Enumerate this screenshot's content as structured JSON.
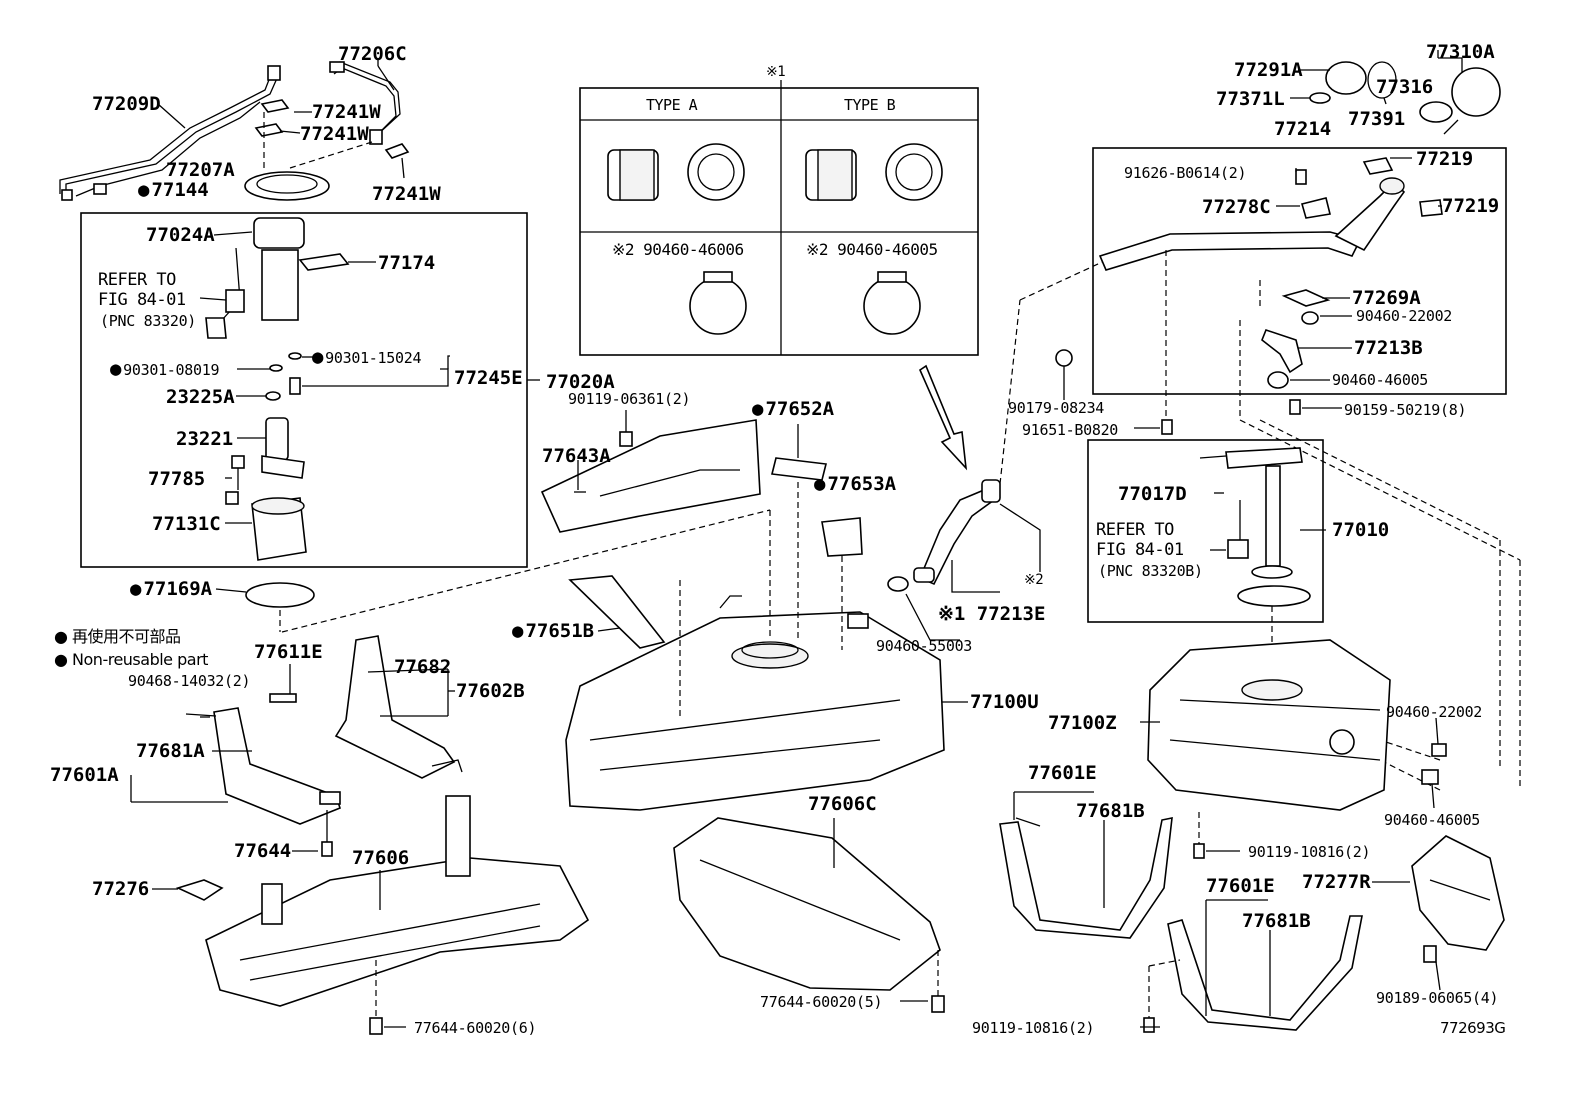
{
  "diagram_id": "772693G",
  "type_header": {
    "marker": "※1",
    "type_a": "TYPE  A",
    "type_b": "TYPE  B",
    "part_a": "※2 90460-46006",
    "part_b": "※2 90460-46005"
  },
  "legend": {
    "jp": "再使用不可部品",
    "en": "Non-reusable part"
  },
  "refer_1": {
    "line1": "REFER TO",
    "line2": "FIG 84-01",
    "line3": "(PNC 83320)"
  },
  "refer_2": {
    "line1": "REFER TO",
    "line2": "FIG 84-01",
    "line3": "(PNC 83320B)"
  },
  "labels": {
    "l77209D": "77209D",
    "l77206C": "77206C",
    "l77241W_1": "77241W",
    "l77241W_2": "77241W",
    "l77241W_3": "77241W",
    "l77207A": "77207A",
    "l77144": "77144",
    "l77024A": "77024A",
    "l77174": "77174",
    "l90301_08019": "90301-08019",
    "l90301_15024": "90301-15024",
    "l77245E": "77245E",
    "l77020A": "77020A",
    "l23225A": "23225A",
    "l23221": "23221",
    "l77785": "77785",
    "l77131C": "77131C",
    "l77169A": "77169A",
    "l77611E": "77611E",
    "l90468": "90468-14032(2)",
    "l77682": "77682",
    "l77602B": "77602B",
    "l77681A": "77681A",
    "l77601A": "77601A",
    "l77644": "77644",
    "l77606": "77606",
    "l77276": "77276",
    "l77644_6": "77644-60020(6)",
    "l90119_06361": "90119-06361(2)",
    "l77652A": "77652A",
    "l77643A": "77643A",
    "l77653A": "77653A",
    "l77651B": "77651B",
    "l77100U": "77100U",
    "l77606C": "77606C",
    "l77644_5": "77644-60020(5)",
    "l90460_55003": "90460-55003",
    "l77213E": "※1 77213E",
    "l_x2": "※2",
    "l77291A": "77291A",
    "l77310A": "77310A",
    "l77371L": "77371L",
    "l77316": "77316",
    "l77391": "77391",
    "l77214": "77214",
    "l91626": "91626-B0614(2)",
    "l77219_1": "77219",
    "l77278C": "77278C",
    "l77219_2": "77219",
    "l77269A": "77269A",
    "l90460_22002a": "90460-22002",
    "l77213B": "77213B",
    "l90460_46005a": "90460-46005",
    "l90179": "90179-08234",
    "l90159": "90159-50219(8)",
    "l91651": "91651-B0820",
    "l77017D": "77017D",
    "l77010": "77010",
    "l77100Z": "77100Z",
    "l90460_22002b": "90460-22002",
    "l90460_46005b": "90460-46005",
    "l77601E_1": "77601E",
    "l77681B_1": "77681B",
    "l90119_10816a": "90119-10816(2)",
    "l77601E_2": "77601E",
    "l77681B_2": "77681B",
    "l77277R": "77277R",
    "l90119_10816b": "90119-10816(2)",
    "l90189": "90189-06065(4)"
  }
}
